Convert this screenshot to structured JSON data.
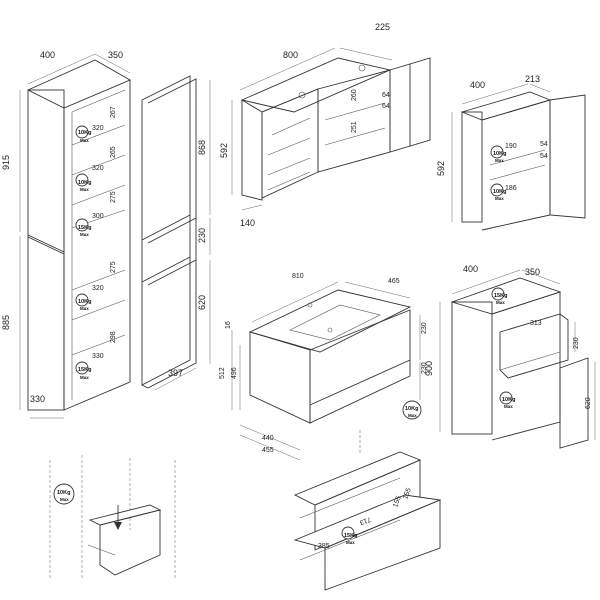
{
  "tall_cabinet": {
    "width": "400",
    "depth": "350",
    "upper_height": "915",
    "lower_height": "885",
    "base_depth": "330",
    "shelf_top_d": "267",
    "shelf_upper_w1": "320",
    "shelf_upper_h1": "265",
    "shelf_upper_w2": "320",
    "shelf_upper_h2": "275",
    "shelf_upper_w3": "300",
    "shelf_lower_h1": "275",
    "shelf_lower_w1": "320",
    "shelf_lower_h2": "298",
    "shelf_lower_w2": "330",
    "load_upper": [
      "10Kg",
      "10Kg",
      "15Kg"
    ],
    "load_lower": [
      "10Kg",
      "15Kg"
    ],
    "max": "Max"
  },
  "tall_front": {
    "height_top": "868",
    "drawer_h": "230",
    "door_h": "620",
    "depth": "397"
  },
  "mirror_cabinet": {
    "width": "800",
    "depth": "225",
    "height": "592",
    "bottom_d": "140",
    "shelf_a": "260",
    "shelf_b": "64",
    "shelf_c": "64",
    "shelf_d": "251"
  },
  "wall_cabinet": {
    "width": "400",
    "depth": "213",
    "height": "592",
    "shelf_a": "190",
    "shelf_b": "54",
    "shelf_c": "54",
    "shelf_d": "186",
    "load": [
      "10Kg",
      "10Kg"
    ],
    "max": "Max"
  },
  "vanity": {
    "width": "810",
    "depth": "465",
    "top_h": "16",
    "height_total": "512",
    "body_h": "496",
    "drawer1_h": "230",
    "drawer2_h": "230",
    "inner_w1": "440",
    "inner_w2": "455"
  },
  "side_cabinet": {
    "width": "400",
    "depth": "350",
    "height": "900",
    "drawer_h": "230",
    "door_h": "620",
    "inner_a": "313",
    "load": [
      "15Kg",
      "10Kg"
    ],
    "max": "Max"
  },
  "drawer_detail": {
    "load": "10Kg",
    "max": "Max"
  },
  "vanity_drawers": {
    "load_top": "10Kg",
    "load_bottom": "15Kg",
    "max": "Max",
    "dim_a": "155",
    "dim_b": "713",
    "dim_c": "385",
    "dim_d": "155"
  }
}
